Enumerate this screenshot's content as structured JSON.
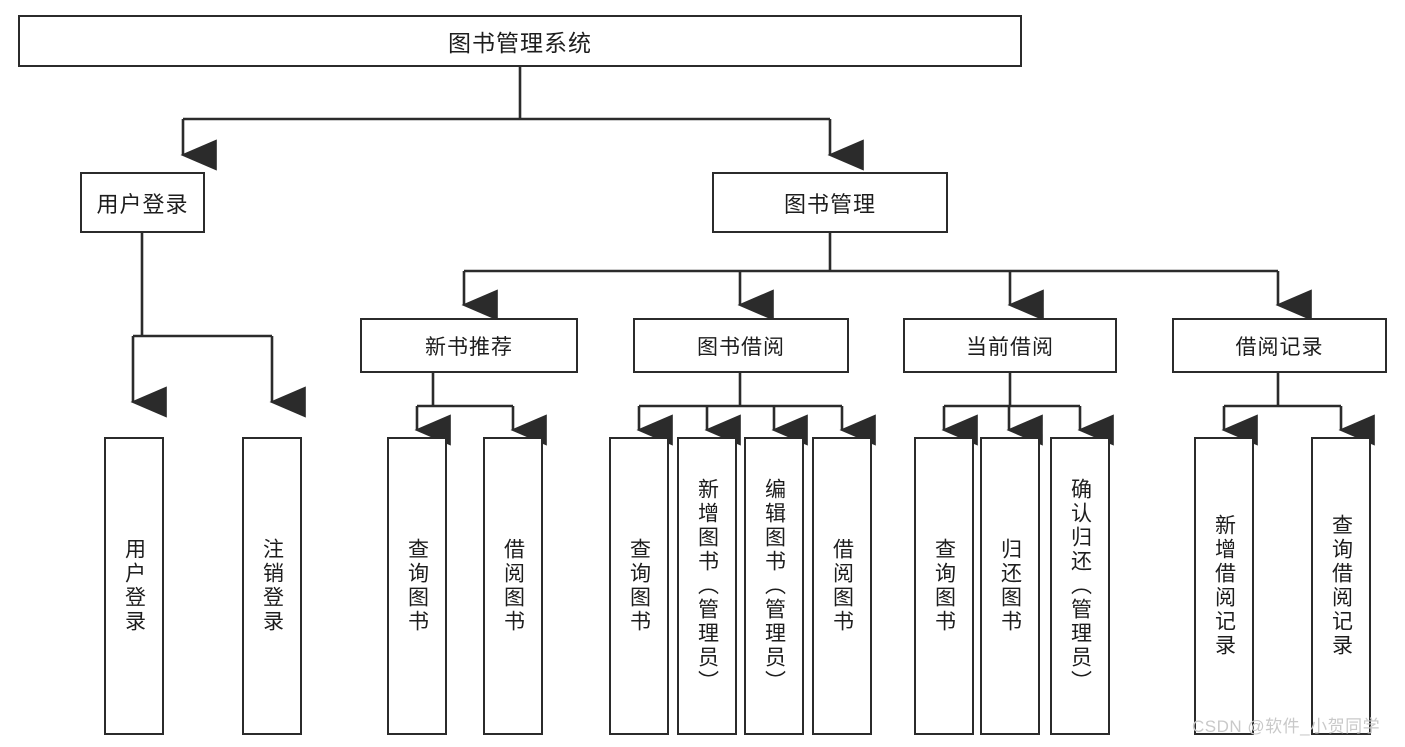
{
  "diagram": {
    "title": "图书管理系统",
    "type": "hierarchy-tree",
    "watermark": "CSDN @软件_小贺同学",
    "colors": {
      "stroke": "#2b2b2b",
      "fill": "#ffffff",
      "text": "#1d1d1d",
      "watermark": "#c9c9c9"
    },
    "nodes": {
      "root": {
        "label": "图书管理系统",
        "level": 1
      },
      "tier2": [
        {
          "id": "user-login",
          "label": "用户登录",
          "level": 2
        },
        {
          "id": "book-manage",
          "label": "图书管理",
          "level": 2
        }
      ],
      "tier3": [
        {
          "id": "new-book-rec",
          "label": "新书推荐",
          "level": 3,
          "parent": "book-manage"
        },
        {
          "id": "book-borrow",
          "label": "图书借阅",
          "level": 3,
          "parent": "book-manage"
        },
        {
          "id": "current-borrow",
          "label": "当前借阅",
          "level": 3,
          "parent": "book-manage"
        },
        {
          "id": "borrow-record",
          "label": "借阅记录",
          "level": 3,
          "parent": "book-manage"
        }
      ],
      "leaves": [
        {
          "id": "leaf-user-login",
          "label": "用户登录",
          "parent": "user-login"
        },
        {
          "id": "leaf-logout",
          "label": "注销登录",
          "parent": "user-login"
        },
        {
          "id": "leaf-query-book-1",
          "label": "查询图书",
          "parent": "new-book-rec"
        },
        {
          "id": "leaf-borrow-book-1",
          "label": "借阅图书",
          "parent": "new-book-rec"
        },
        {
          "id": "leaf-query-book-2",
          "label": "查询图书",
          "parent": "book-borrow"
        },
        {
          "id": "leaf-add-book",
          "label": "新增图书（管理员）",
          "parent": "book-borrow"
        },
        {
          "id": "leaf-edit-book",
          "label": "编辑图书（管理员）",
          "parent": "book-borrow"
        },
        {
          "id": "leaf-borrow-book-2",
          "label": "借阅图书",
          "parent": "book-borrow"
        },
        {
          "id": "leaf-query-book-3",
          "label": "查询图书",
          "parent": "current-borrow"
        },
        {
          "id": "leaf-return-book",
          "label": "归还图书",
          "parent": "current-borrow"
        },
        {
          "id": "leaf-confirm-return",
          "label": "确认归还（管理员）",
          "parent": "current-borrow"
        },
        {
          "id": "leaf-add-record",
          "label": "新增借阅记录",
          "parent": "borrow-record"
        },
        {
          "id": "leaf-query-record",
          "label": "查询借阅记录",
          "parent": "borrow-record"
        }
      ]
    }
  }
}
